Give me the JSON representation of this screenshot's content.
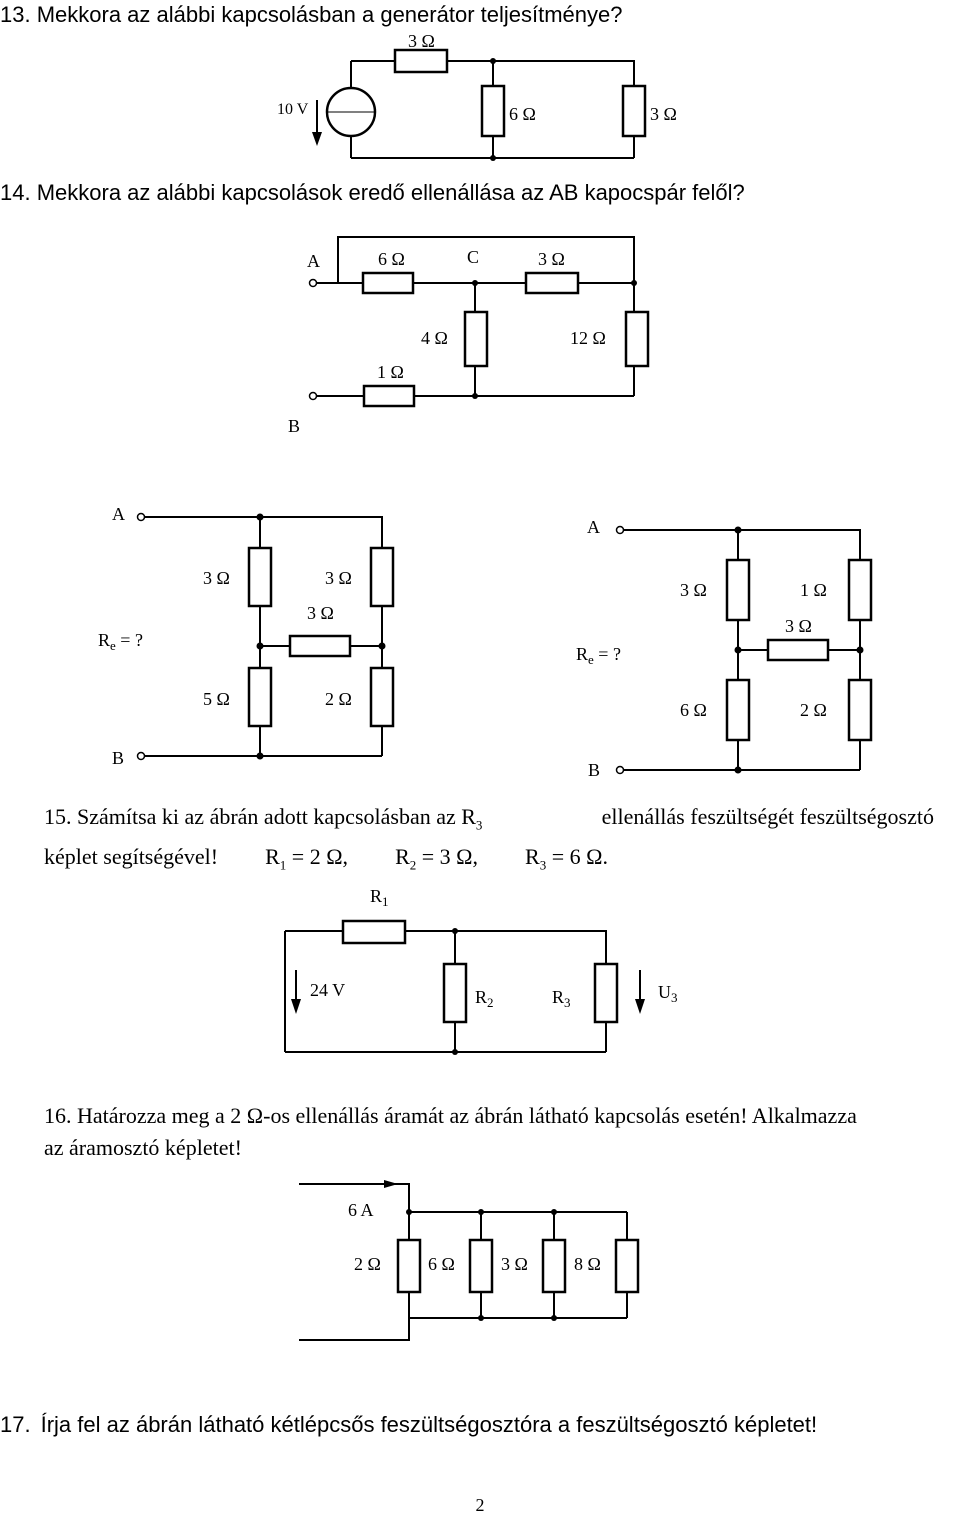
{
  "q13": {
    "text": "13. Mekkora az alábbi kapcsolásban a generátor teljesítménye?"
  },
  "c13": {
    "r_top": "3 Ω",
    "source": "10 V",
    "r_mid": "6 Ω",
    "r_right": "3 Ω"
  },
  "q14": {
    "text": "14. Mekkora az alábbi kapcsolások eredő ellenállása az AB kapocspár felől?"
  },
  "c14a": {
    "node_a": "A",
    "r_ac": "6 Ω",
    "node_c": "C",
    "r_top_right": "3 Ω",
    "r_c_down": "4 Ω",
    "r_right": "12 Ω",
    "r_bottom": "1 Ω",
    "node_b": "B"
  },
  "c14b": {
    "node_a": "A",
    "node_b": "B",
    "re": "R",
    "re_sub": "e",
    "re_tail": " = ?",
    "r_left_top": "3 Ω",
    "r_mid_top": "3 Ω",
    "r_horiz": "3 Ω",
    "r_left_bot": "5 Ω",
    "r_mid_bot": "2 Ω"
  },
  "c14c": {
    "node_a": "A",
    "node_b": "B",
    "re": "R",
    "re_sub": "e",
    "re_tail": " = ?",
    "r_left_top": "3 Ω",
    "r_right_top": "1 Ω",
    "r_horiz": "3 Ω",
    "r_left_bot": "6 Ω",
    "r_right_bot": "2 Ω"
  },
  "q15": {
    "line1": "15. Számítsa ki az ábrán adott kapcsolásban az R",
    "line1_sub": "3",
    "line1_tail": " ellenállás feszültségét feszültségosztó",
    "line2": "képlet segítségével!",
    "r1": "R",
    "r1_sub": "1",
    "r1_val": " = 2 Ω,",
    "r2": "R",
    "r2_sub": "2",
    "r2_val": " = 3 Ω,",
    "r3": "R",
    "r3_sub": "3",
    "r3_val": " = 6 Ω."
  },
  "c15": {
    "r1": "R",
    "r1_sub": "1",
    "source": "24 V",
    "r2": "R",
    "r2_sub": "2",
    "r3": "R",
    "r3_sub": "3",
    "u3": "U",
    "u3_sub": "3"
  },
  "q16": {
    "line1": "16. Határozza meg a 2 Ω-os ellenállás áramát az ábrán látható kapcsolás esetén! Alkalmazza",
    "line2": "az áramosztó képletet!"
  },
  "c16": {
    "current": "6 A",
    "r1": "2 Ω",
    "r2": "6 Ω",
    "r3": "3 Ω",
    "r4": "8 Ω"
  },
  "q17": {
    "num": "17.",
    "text": "Írja fel az ábrán látható kétlépcsős feszültségosztóra a feszültségosztó képletet!"
  },
  "page": {
    "number": "2"
  }
}
